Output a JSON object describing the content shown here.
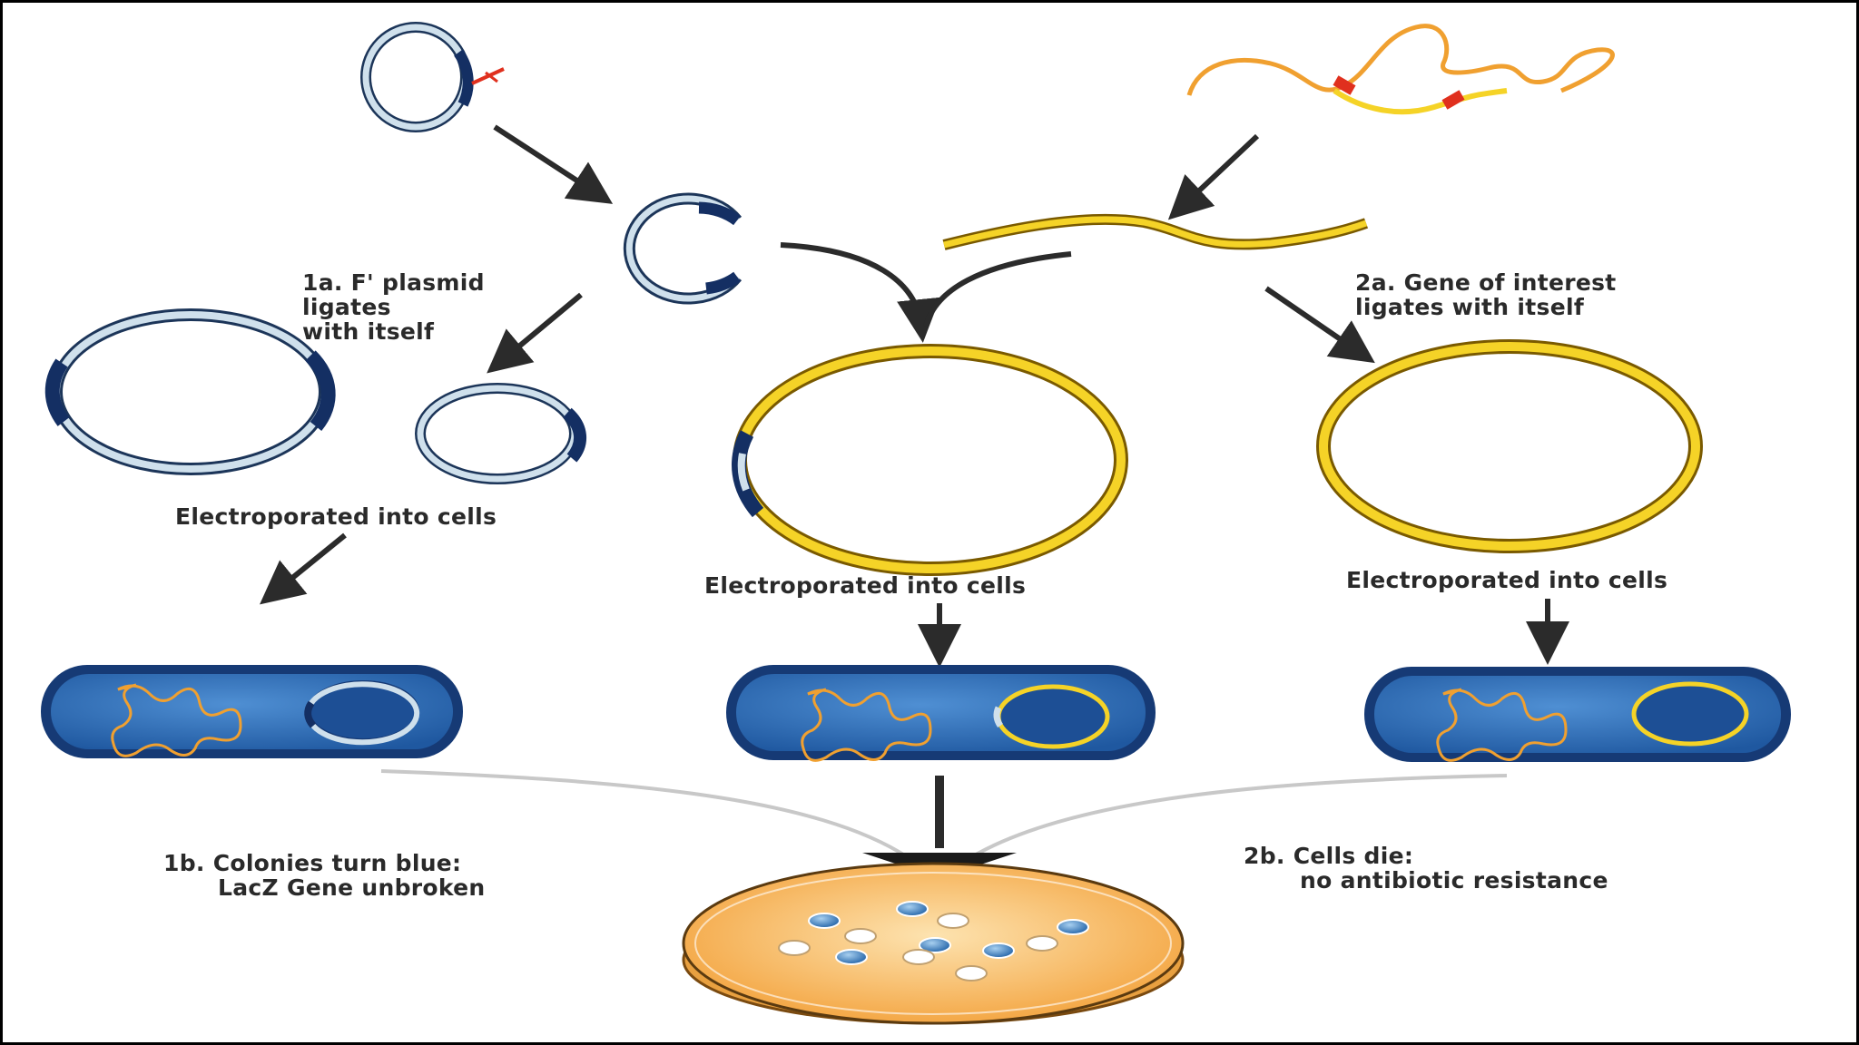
{
  "diagram": {
    "labels": {
      "step_1a_line1": "1a. F' plasmid",
      "step_1a_line2": "ligates",
      "step_1a_line3": "with itself",
      "step_2a_line1": "2a. Gene of interest",
      "step_2a_line2": "ligates with itself",
      "electroporated_left": "Electroporated into cells",
      "electroporated_center": "Electroporated into cells",
      "electroporated_right": "Electroporated into cells",
      "step_1b_line1": "1b. Colonies turn blue:",
      "step_1b_line2": "LacZ Gene unbroken",
      "step_2b_line1": "2b. Cells die:",
      "step_2b_line2": "no antibiotic resistance"
    },
    "colors": {
      "background": "#ffffff",
      "frame": "#000000",
      "plasmid_light": "#c9dbe8",
      "plasmid_dark": "#142f63",
      "gene_yellow": "#f5d327",
      "gene_orange": "#f0a030",
      "cell_blue": "#2f6db5",
      "cell_dark": "#163a75",
      "dish_agar": "#f7b04a",
      "arrow": "#2b2b2b",
      "colony_blue": "#3a78b8",
      "colony_white": "#ffffff"
    }
  }
}
